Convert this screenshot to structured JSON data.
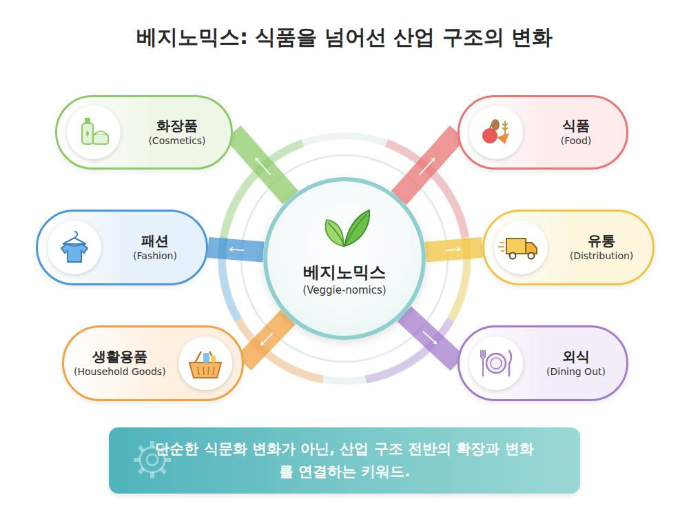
{
  "diagram": {
    "title": "베지노믹스: 식품을 넘어선 산업 구조의 변화",
    "nodes": [
      {
        "text": [
          "화장품",
          "(Cosmetics)"
        ]
      },
      {
        "text": [
          "식품",
          "(Food)"
        ]
      },
      {
        "text": [
          "패션",
          "(Fashion)"
        ]
      },
      {
        "text": [
          "베지노믹스",
          "(Veggie-nomics)"
        ]
      },
      {
        "text": [
          "유통",
          "(Distribution)"
        ]
      },
      {
        "text": [
          "생활용품",
          "(Household Goods)"
        ]
      },
      {
        "text": [
          "외식",
          "(Dining Out)"
        ]
      },
      {
        "text": [
          "단순한 식문화 변화가 아닌, 산업 구조 전반의 확장과 변화를 연결하는 키워드."
        ]
      }
    ],
    "edges": [
      {
        "from": 3,
        "to": 0,
        "arrow": "to"
      },
      {
        "from": 3,
        "to": 1,
        "arrow": "to"
      },
      {
        "from": 3,
        "to": 2,
        "arrow": "to"
      },
      {
        "from": 3,
        "to": 4,
        "arrow": "to"
      },
      {
        "from": 3,
        "to": 5,
        "arrow": "to"
      },
      {
        "from": 3,
        "to": 6,
        "arrow": "to"
      }
    ]
  }
}
